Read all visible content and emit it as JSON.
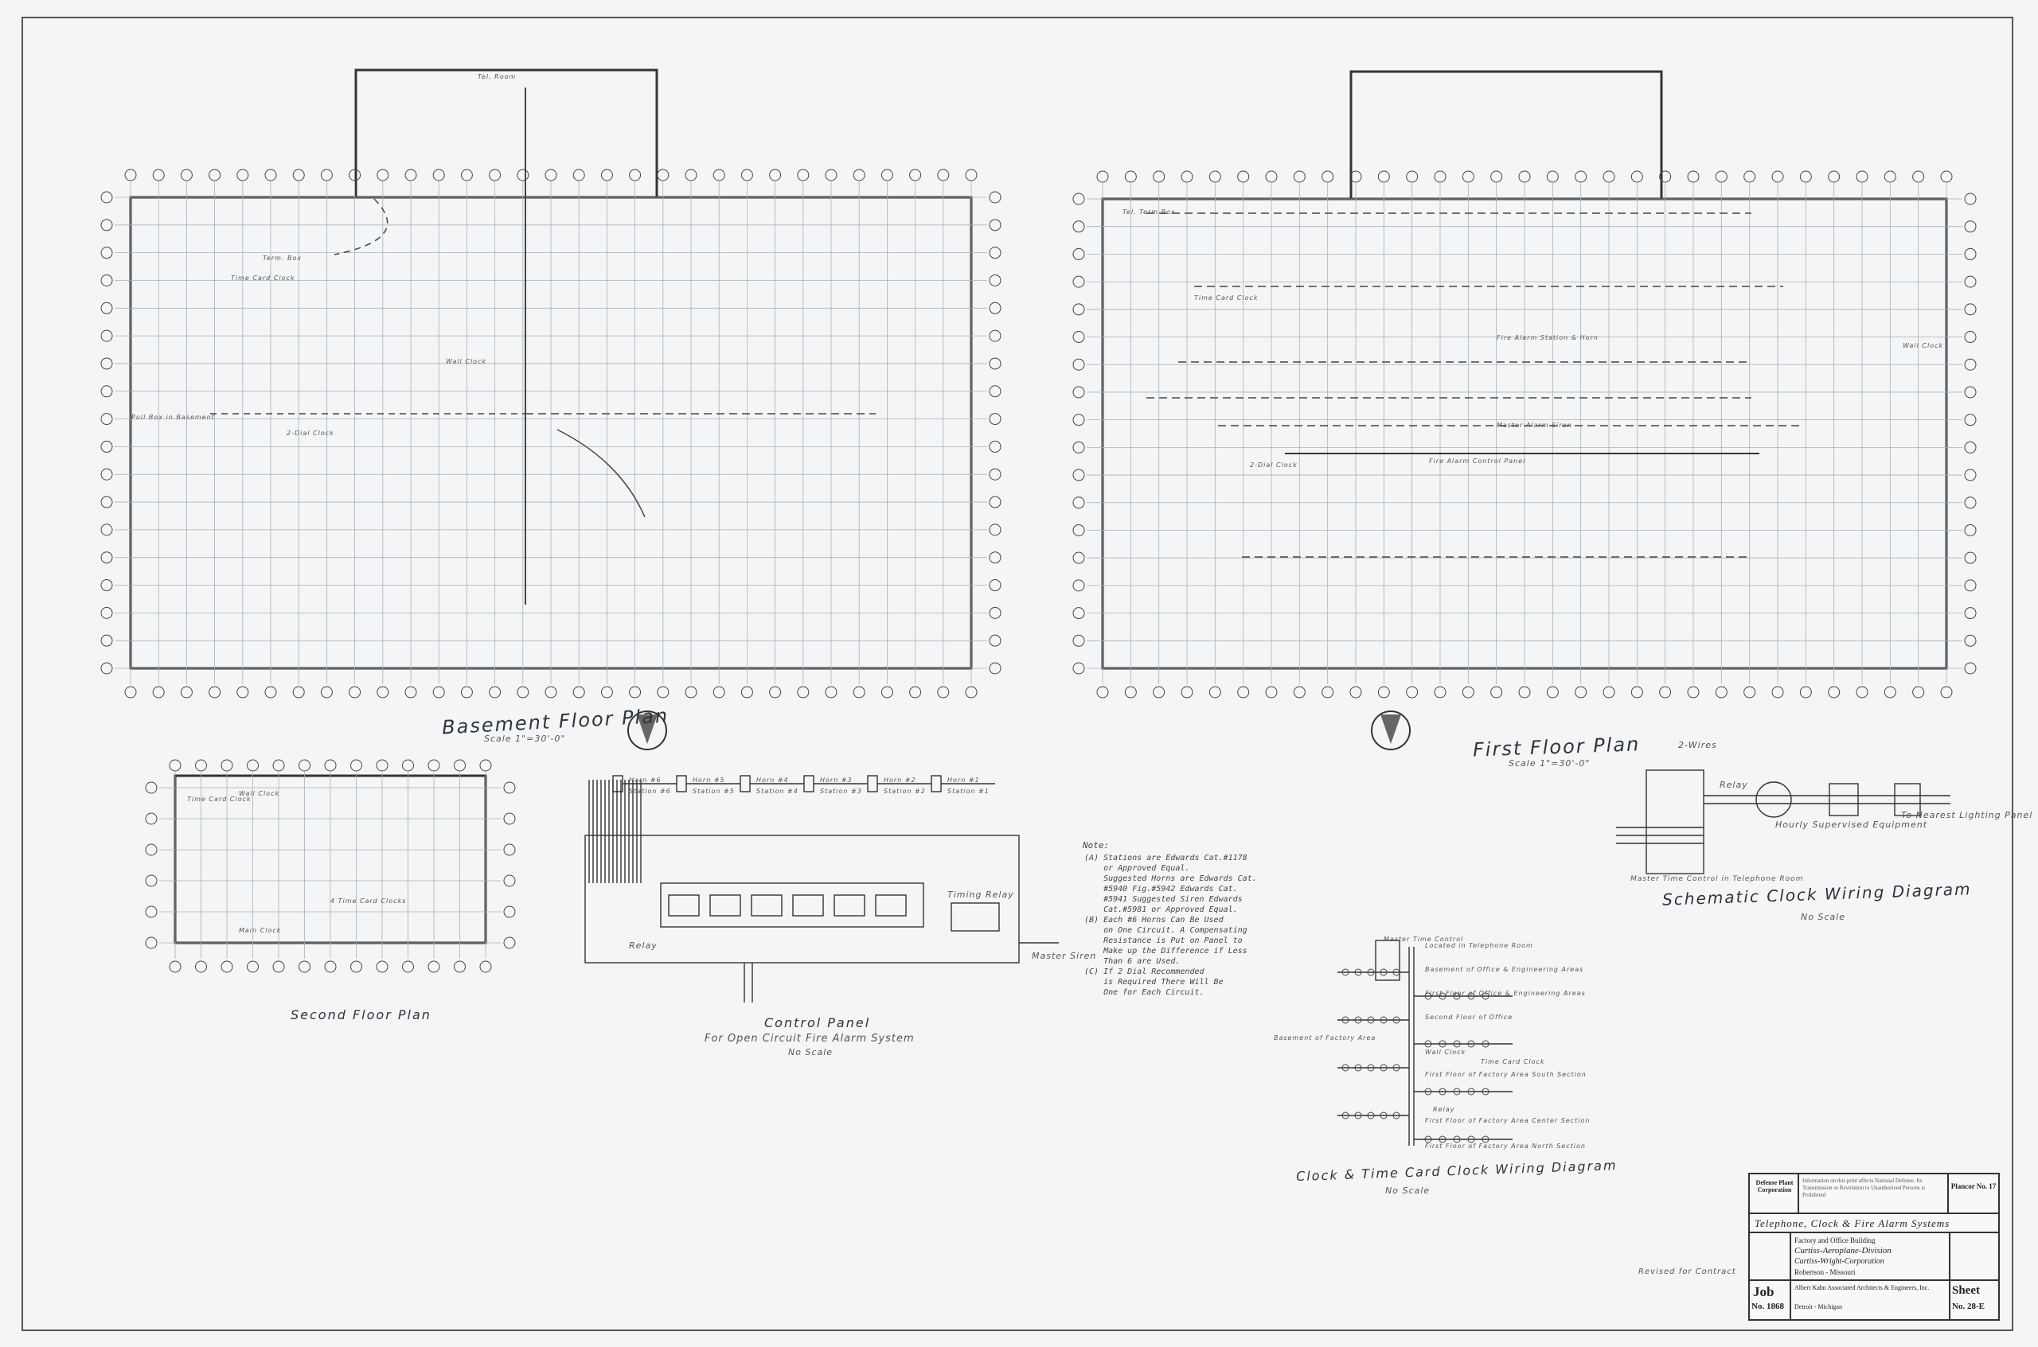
{
  "plans": {
    "basement": {
      "title": "Basement Floor Plan",
      "scale": "Scale 1\"=30'-0\""
    },
    "first": {
      "title": "First Floor Plan",
      "scale": "Scale 1\"=30'-0\""
    },
    "second": {
      "title": "Second Floor Plan"
    }
  },
  "control_panel": {
    "title": "Control Panel",
    "subtitle": "For Open Circuit Fire Alarm System",
    "scale": "No Scale",
    "horns": [
      "Horn #6",
      "Horn #5",
      "Horn #4",
      "Horn #3",
      "Horn #2",
      "Horn #1"
    ],
    "stations": [
      "Station #6",
      "Station #5",
      "Station #4",
      "Station #3",
      "Station #2",
      "Station #1"
    ],
    "relay_label": "Relay",
    "siren_label": "Master Siren",
    "timing_relay": "Timing Relay"
  },
  "schematic": {
    "title": "Schematic Clock Wiring Diagram",
    "scale": "No Scale",
    "wires_top": "2-Wires",
    "to_nearest_lighting_panel": "To Nearest Lighting Panel",
    "relay": "Relay",
    "hourly": "Hourly Supervised Equipment",
    "master_control": "Master Time Control in Telephone Room"
  },
  "clock_diagram": {
    "title": "Clock & Time Card Clock Wiring Diagram",
    "scale": "No Scale",
    "labels": [
      "Master Time Control",
      "Located in Telephone Room",
      "Basement of Office & Engineering Areas",
      "First Floor of Office & Engineering Areas",
      "Second Floor of Office",
      "Basement of Factory Area",
      "Wall Clock",
      "Time Card Clock",
      "First Floor of Factory Area South Section",
      "First Floor of Factory Area Center Section",
      "First Floor of Factory Area North Section",
      "Relay"
    ]
  },
  "notes": {
    "heading": "Note:",
    "text": "(A) Stations are Edwards Cat.#1178\n    or Approved Equal.\n    Suggested Horns are Edwards Cat.\n    #5940 Fig.#5942 Edwards Cat.\n    #5941 Suggested Siren Edwards\n    Cat.#5981 or Approved Equal.\n(B) Each #6 Horns Can Be Used\n    on One Circuit. A Compensating\n    Resistance is Put on Panel to\n    Make up the Difference if Less\n    Than 6 are Used.\n(C) If 2 Dial Recommended\n    is Required There Will Be\n    One for Each Circuit."
  },
  "floor_labels": {
    "basement": [
      "Term. Box",
      "Time Card Clock",
      "Wall Clock",
      "2-Dial Clock",
      "Pull Box in Basement",
      "Tel. Room"
    ],
    "first": [
      "Tel. Term Box",
      "Time Card Clock",
      "2-Dial Clock",
      "Fire Alarm Station & Horn",
      "Master Alarm Siren",
      "Wall Clock",
      "Fire Alarm Control Panel"
    ],
    "second": [
      "Time Card Clock",
      "Wall Clock",
      "4 Time Card Clocks",
      "Main Clock"
    ]
  },
  "revised": "Revised for Contract",
  "title_block": {
    "owner": "Defense Plant Corporation",
    "stamp": "Information on this print affects National Defense. Its Transmission or Revelation to Unauthorized Persons is Prohibited",
    "plancor": "Plancor No. 17",
    "drawing_title": "Telephone, Clock & Fire Alarm Systems",
    "building": "Factory and Office Building",
    "division": "Curtiss-Aeroplane-Division",
    "corp": "Curtiss-Wright-Corporation",
    "location": "Robertson - Missouri",
    "architect": "Albert Kahn Associated Architects & Engineers, Inc.",
    "city": "Detroit - Michigan",
    "job_label": "Job",
    "job_no": "No. 1868",
    "sheet_label": "Sheet",
    "sheet_no": "No. 28-E"
  },
  "colors": {
    "ink": "#3a3f44",
    "paper": "#f4f5f6",
    "grid": "#9aa3ab"
  }
}
